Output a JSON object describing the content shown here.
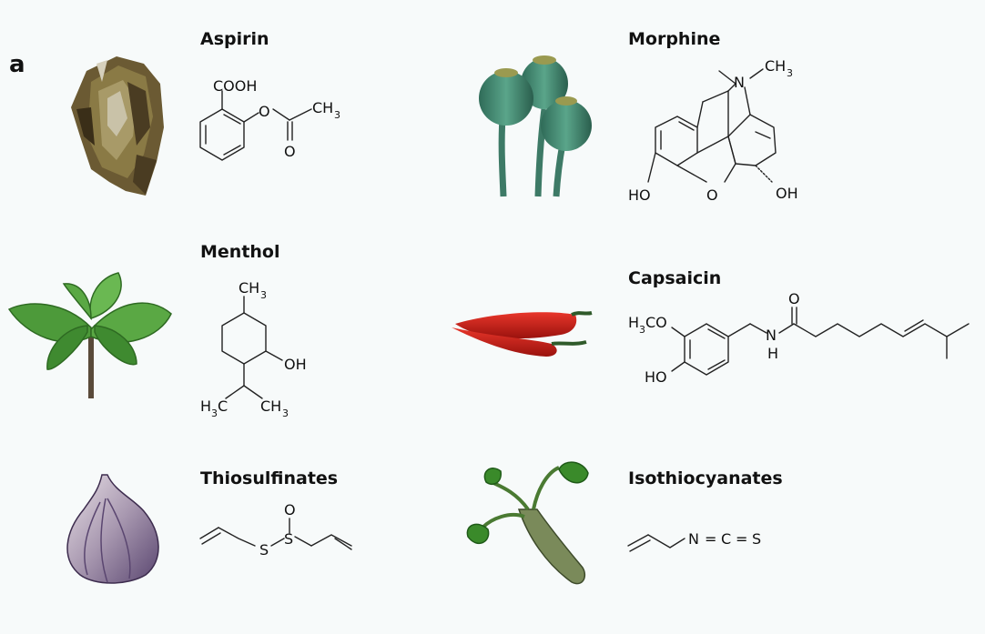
{
  "panel_label": "a",
  "items": [
    {
      "name": "Aspirin",
      "source": "willow-bark",
      "labels": {
        "acid": "COOH",
        "methyl": "CH",
        "methyl_sub": "3",
        "ether_o": "O",
        "carbonyl_o": "O"
      }
    },
    {
      "name": "Morphine",
      "source": "opium-poppy",
      "labels": {
        "n": "N",
        "methyl": "CH",
        "methyl_sub": "3",
        "ho_left": "HO",
        "o_bridge": "O",
        "oh_right": "OH"
      }
    },
    {
      "name": "Menthol",
      "source": "mint",
      "labels": {
        "top_methyl": "CH",
        "top_methyl_sub": "3",
        "oh": "OH",
        "h3c_h": "H",
        "h3c_3": "3",
        "h3c_c": "C",
        "right_methyl": "CH",
        "right_methyl_sub": "3"
      }
    },
    {
      "name": "Capsaicin",
      "source": "chili-pepper",
      "labels": {
        "h3co_h": "H",
        "h3co_3": "3",
        "h3co_co": "CO",
        "ho": "HO",
        "n": "N",
        "h": "H",
        "carbonyl_o": "O"
      }
    },
    {
      "name": "Thiosulfinates",
      "source": "garlic",
      "labels": {
        "s1": "S",
        "s2": "S",
        "o": "O"
      }
    },
    {
      "name": "Isothiocyanates",
      "source": "wasabi",
      "labels": {
        "n": "N",
        "eq1": "=",
        "c": "C",
        "eq2": "=",
        "s": "S"
      }
    }
  ]
}
